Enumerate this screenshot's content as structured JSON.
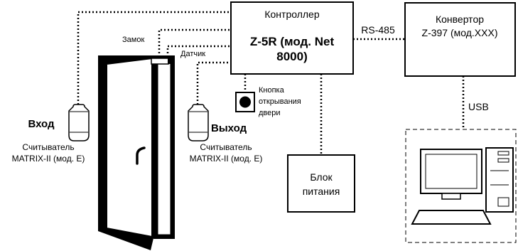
{
  "controller": {
    "title": "Контроллер",
    "model_line1": "Z-5R (мод. Net",
    "model_line2": "8000)"
  },
  "converter": {
    "title": "Конвертор",
    "model": "Z-397 (мод.XXX)"
  },
  "links": {
    "rs485": "RS-485",
    "usb": "USB"
  },
  "door": {
    "lock_label": "Замок",
    "sensor_label": "Датчик"
  },
  "exit_button": {
    "line1": "Кнопка",
    "line2": "открывания",
    "line3": "двери"
  },
  "reader_entry": {
    "heading": "Вход",
    "line1": "Считыватель",
    "line2": "MATRIX-II (мод. E)"
  },
  "reader_exit": {
    "heading": "Выход",
    "line1": "Считыватель",
    "line2": "MATRIX-II (мод. E)"
  },
  "power_supply": {
    "line1": "Блок",
    "line2": "питания"
  },
  "colors": {
    "stroke": "#000000",
    "door_face": "#ffffff",
    "door_frame": "#000000",
    "reader_fill": "#ffffff"
  }
}
